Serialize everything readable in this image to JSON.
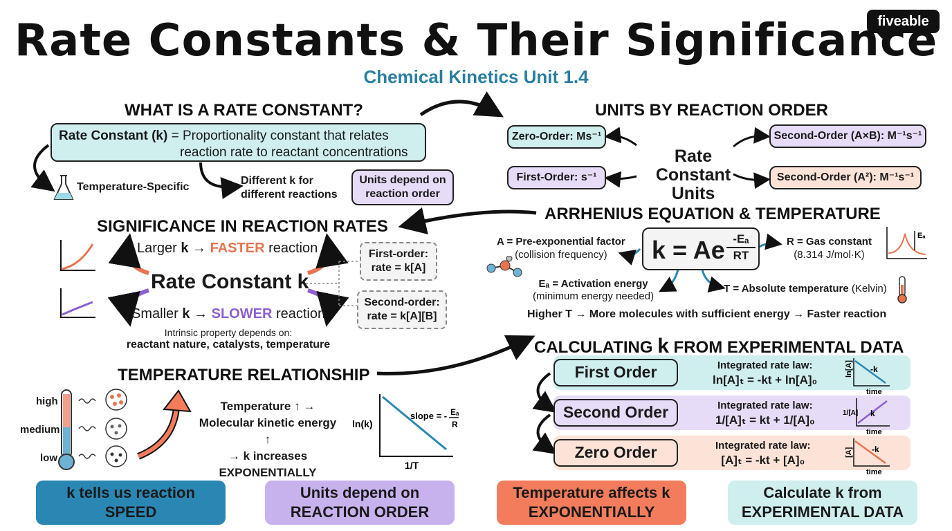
{
  "header": {
    "title": "Rate Constants & Their Significance",
    "subtitle": "Chemical Kinetics Unit 1.4",
    "logo": "fiveable"
  },
  "what_is": {
    "heading": "WHAT IS A RATE CONSTANT?",
    "definition_term": "Rate Constant (k)",
    "definition_text_1": "= Proportionality constant that relates",
    "definition_text_2": "reaction rate to reactant concentrations",
    "temp_specific": "Temperature-Specific",
    "different_k_1": "Different k for",
    "different_k_2": "different reactions",
    "units_depend_1": "Units depend on",
    "units_depend_2": "reaction order"
  },
  "units_by_order": {
    "heading": "UNITS BY REACTION ORDER",
    "center_1": "Rate Constant",
    "center_2": "Units",
    "zero_order": "Zero-Order: Ms⁻¹",
    "first_order": "First-Order: s⁻¹",
    "second_order_axb": "Second-Order (A×B): M⁻¹s⁻¹",
    "second_order_a2": "Second-Order (A²): M⁻¹s⁻¹"
  },
  "significance": {
    "heading": "SIGNIFICANCE IN REACTION RATES",
    "larger_prefix": "Larger ",
    "larger_k": "k",
    "larger_arrow": " → ",
    "larger_word": "FASTER",
    "larger_suffix": " reaction",
    "center": "Rate Constant k",
    "smaller_prefix": "Smaller ",
    "smaller_k": "k",
    "smaller_arrow": " → ",
    "smaller_word": "SLOWER",
    "smaller_suffix": " reaction",
    "intrinsic_1": "Intrinsic property depends on:",
    "intrinsic_2": "reactant nature, catalysts, temperature",
    "first_order_label": "First-order:",
    "first_order_rate": "rate = k[A]",
    "second_order_label": "Second-order:",
    "second_order_rate": "rate = k[A][B]"
  },
  "arrhenius": {
    "heading": "ARRHENIUS EQUATION & TEMPERATURE",
    "equation_main": "k = Ae",
    "exp_num": "-Eₐ",
    "exp_den": "RT",
    "a_label": "A = Pre-exponential factor",
    "a_sub": "(collision frequency)",
    "r_label": "R = Gas constant",
    "r_sub": "(8.314 J/mol·K)",
    "ea_label": "Eₐ = Activation energy",
    "ea_sub": "(minimum energy needed)",
    "t_label": "T = Absolute temperature",
    "t_sub": "(Kelvin)",
    "graph_label": "Eₐ",
    "summary": "Higher T → More molecules with sufficient energy → Faster reaction"
  },
  "temp_relationship": {
    "heading": "TEMPERATURE RELATIONSHIP",
    "high": "high",
    "medium": "medium",
    "low": "low",
    "line1": "Temperature ↑ →",
    "line2": "Molecular kinetic energy ↑",
    "line3": "→ k increases",
    "line4": "EXPONENTIALLY",
    "graph_ylabel": "ln(k)",
    "graph_xlabel": "1/T",
    "slope_label": "slope = -",
    "slope_num": "Eₐ",
    "slope_den": "R"
  },
  "calculating": {
    "heading_pre": "CALCULATING ",
    "heading_k": "k",
    "heading_post": " FROM EXPERIMENTAL DATA",
    "rows": [
      {
        "name": "First Order",
        "law_label": "Integrated rate law:",
        "law": "ln[A]ₜ = -kt + ln[A]₀",
        "ylabel": "ln[A]",
        "xlabel": "time",
        "slope": "-k"
      },
      {
        "name": "Second Order",
        "law_label": "Integrated rate law:",
        "law": "1/[A]ₜ = kt + 1/[A]₀",
        "ylabel": "1/[A]",
        "xlabel": "time",
        "slope": "k"
      },
      {
        "name": "Zero Order",
        "law_label": "Integrated rate law:",
        "law": "[A]ₜ = -kt + [A]₀",
        "ylabel": "[A]",
        "xlabel": "time",
        "slope": "-k"
      }
    ]
  },
  "banners": [
    {
      "line1": "k tells us reaction",
      "line2": "SPEED",
      "bg": "#2a87b3",
      "fg": "#111111"
    },
    {
      "line1": "Units depend on",
      "line2": "REACTION ORDER",
      "bg": "#c7b2ee",
      "fg": "#111111"
    },
    {
      "line1": "Temperature affects k",
      "line2": "EXPONENTIALLY",
      "bg": "#f27c5c",
      "fg": "#111111"
    },
    {
      "line1": "Calculate k from",
      "line2": "EXPERIMENTAL DATA",
      "bg": "#cfeeee",
      "fg": "#111111"
    }
  ],
  "colors": {
    "teal": "#2a7fa0",
    "orange": "#e8734f",
    "purple": "#8b5fd0",
    "teal_bg": "#cfeeee",
    "lavender_bg": "#e6dcf7",
    "peach_bg": "#fde3d7"
  }
}
